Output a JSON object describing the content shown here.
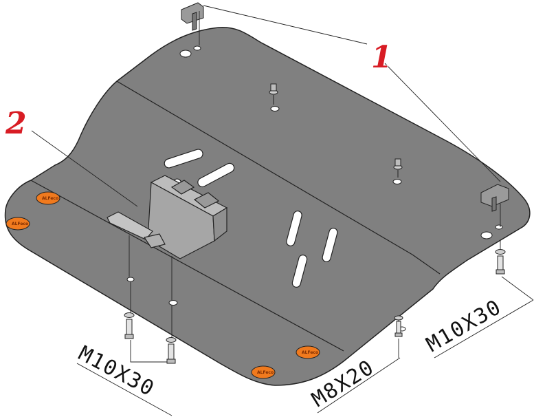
{
  "callouts": {
    "one": "1",
    "two": "2"
  },
  "bolt_labels": {
    "left": "M10X30",
    "center": "M8X20",
    "right": "M10X30"
  },
  "logo_text": "ALFeco",
  "colors": {
    "plate": "#808080",
    "bracket": "#a6a6a6",
    "logo": "#f07a1e",
    "callout": "#d81c24"
  }
}
